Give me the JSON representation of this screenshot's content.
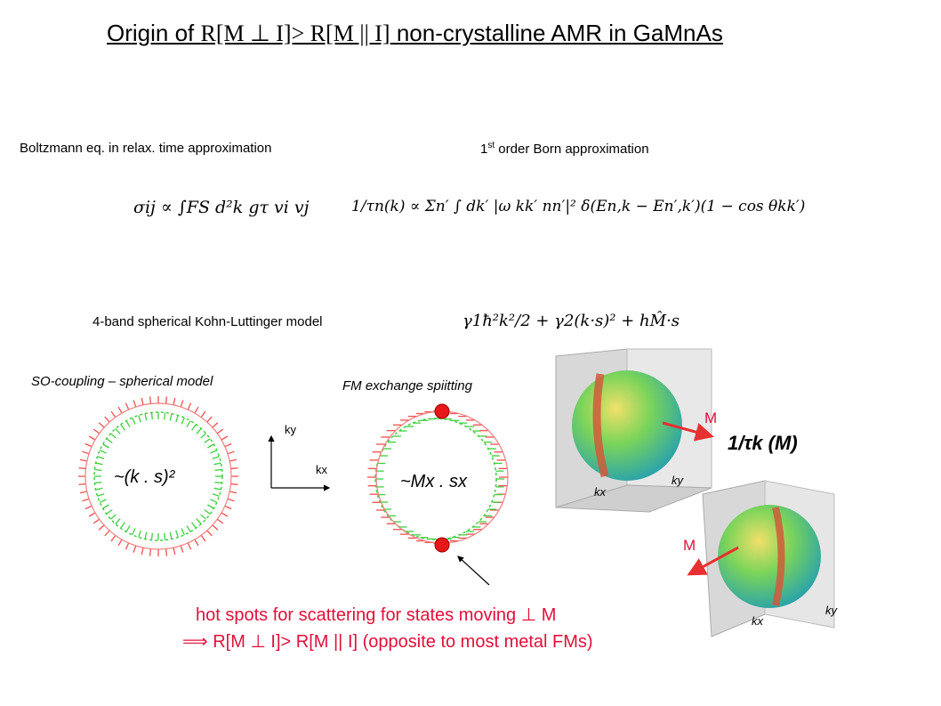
{
  "title": {
    "prefix": "Origin of ",
    "expr": "R[M ⊥ I]> R[M || I]",
    "suffix": " non-crystalline  AMR in GaMnAs"
  },
  "boltzmann_label": "Boltzmann eq. in relax. time approximation",
  "born_label": {
    "prefix": "1",
    "sup": "st",
    "rest": " order Born approximation"
  },
  "formula_sigma": "σij ∝ ∫FS d²k gτ vi vj",
  "formula_tau": "1/τn(k) ∝ Σn′ ∫ dk′ |ω kk′ nn′|² δ(En,k − En′,k′)(1 − cos θkk′)",
  "kohn_label": "4-band spherical  Kohn-Luttinger model",
  "formula_kl": "γ1ħ²k²/2 + γ2(k·s)² + hM̂·s",
  "so_label": "SO-coupling – spherical model",
  "fm_label": "FM exchange spiitting",
  "ks_label": "~(k . s)²",
  "mxsx_label": "~Mx . sx",
  "axis_ky": "ky",
  "axis_kx": "kx",
  "M_label": "M",
  "tau_label": "1/τk (M)",
  "hot_line1": "hot spots for scattering for states moving ⊥ M",
  "hot_line2": "⟹  R[M ⊥ I]> R[M || I] (opposite to most metal FMs)",
  "colors": {
    "red": "#e0103a",
    "green": "#3fcf3f",
    "arrow_red": "#e83030"
  }
}
